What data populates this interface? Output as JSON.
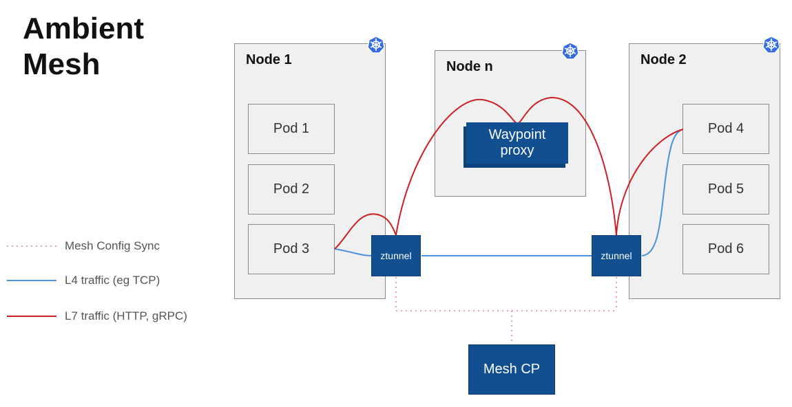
{
  "title": [
    "Ambient",
    "Mesh"
  ],
  "nodes": [
    {
      "label": "Node 1"
    },
    {
      "label": "Node n"
    },
    {
      "label": "Node 2"
    }
  ],
  "pods": [
    "Pod 1",
    "Pod 2",
    "Pod 3",
    "Pod 4",
    "Pod 5",
    "Pod 6"
  ],
  "ztunnel_label": "ztunnel",
  "waypoint": [
    "Waypoint",
    "proxy"
  ],
  "mesh_cp": "Mesh CP",
  "legend": [
    {
      "label": "Mesh Config Sync",
      "style": "dotted",
      "color": "#e8a0a8"
    },
    {
      "label": "L4 traffic (eg TCP)",
      "style": "solid",
      "color": "#4a90e2"
    },
    {
      "label": "L7 traffic (HTTP, gRPC)",
      "style": "solid",
      "color": "#cc1f24"
    }
  ],
  "icons": {
    "node": "kubernetes-icon"
  },
  "colors": {
    "accent": "#114f91",
    "l4": "#4a90e2",
    "l7": "#cc1f24",
    "sync": "#e8a0a8"
  }
}
